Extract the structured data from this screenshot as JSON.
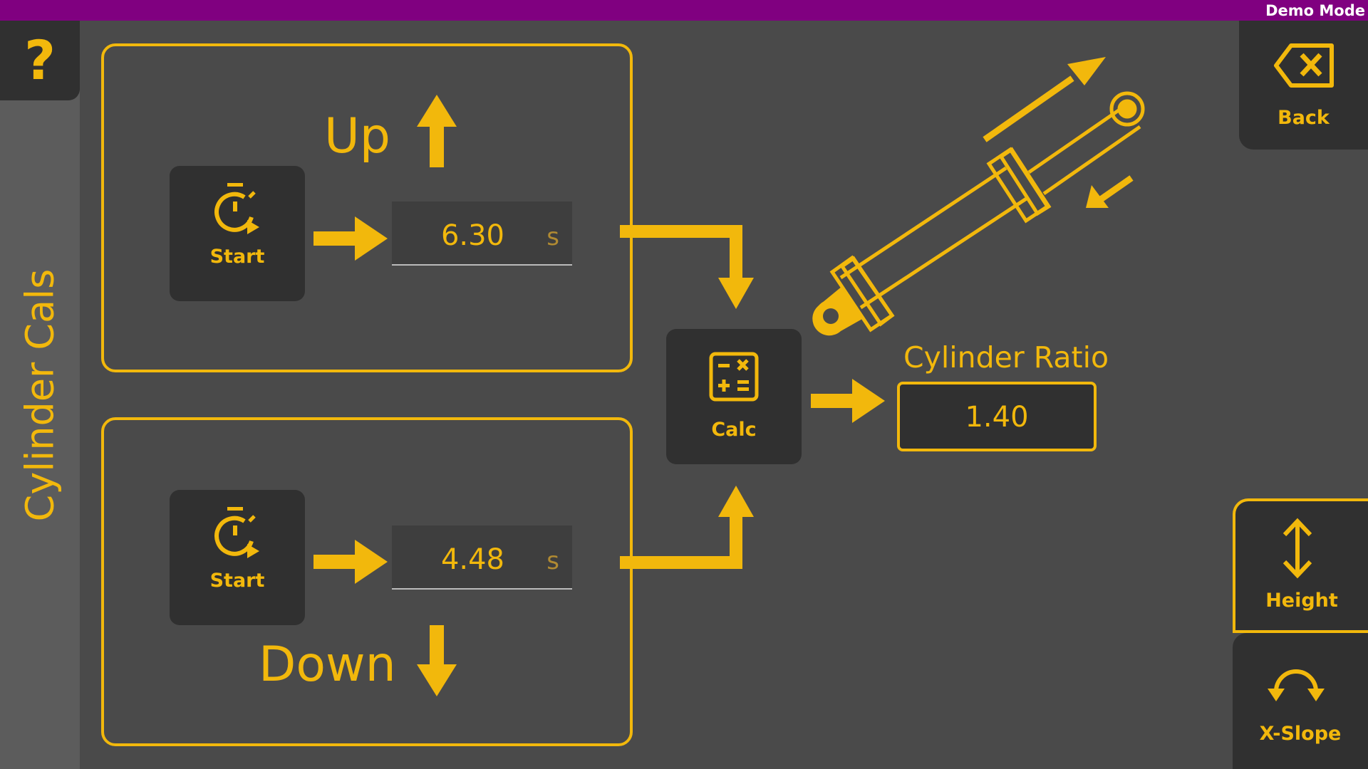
{
  "header": {
    "demo_mode": "Demo Mode"
  },
  "sidebar": {
    "help_label": "?",
    "page_title": "Cylinder Cals"
  },
  "up_panel": {
    "direction_label": "Up",
    "start_label": "Start",
    "time_value": "6.30",
    "unit": "s"
  },
  "down_panel": {
    "direction_label": "Down",
    "start_label": "Start",
    "time_value": "4.48",
    "unit": "s"
  },
  "calc": {
    "label": "Calc"
  },
  "result": {
    "label": "Cylinder Ratio",
    "value": "1.40"
  },
  "nav": {
    "back_label": "Back",
    "height_label": "Height",
    "xslope_label": "X-Slope"
  },
  "icons": [
    "stopwatch-icon",
    "arrow-up-icon",
    "arrow-down-icon",
    "arrow-right-icon",
    "calculator-icon",
    "cylinder-icon",
    "backspace-icon",
    "vertical-arrows-icon",
    "rotate-icon"
  ],
  "colors": {
    "accent": "#f2b80c",
    "background": "#4a4a4a",
    "button": "#303030",
    "topbar": "#800080"
  }
}
